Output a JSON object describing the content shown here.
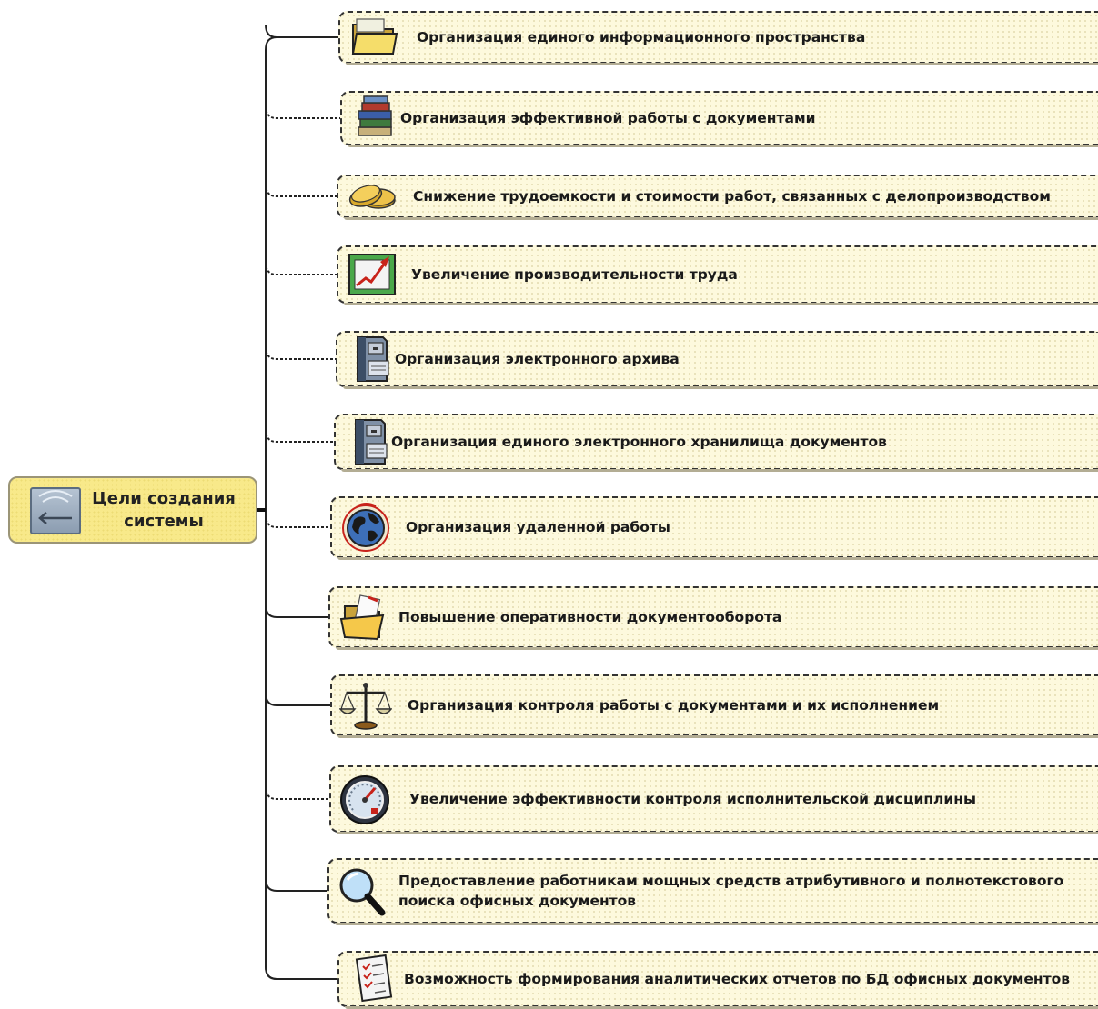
{
  "root": {
    "label": "Цели создания системы"
  },
  "goals": [
    {
      "label": "Организация единого информационного пространства",
      "icon": "folder-icon"
    },
    {
      "label": "Организация эффективной работы с документами",
      "icon": "books-icon"
    },
    {
      "label": "Снижение трудоемкости и стоимости работ, связанных с делопроизводством",
      "icon": "coins-icon"
    },
    {
      "label": "Увеличение производительности труда",
      "icon": "growth-chart-icon"
    },
    {
      "label": "Организация электронного архива",
      "icon": "file-cabinet-icon"
    },
    {
      "label": "Организация единого электронного хранилища документов",
      "icon": "file-cabinet-icon"
    },
    {
      "label": "Организация удаленной работы",
      "icon": "globe-icon"
    },
    {
      "label": "Повышение оперативности документооборота",
      "icon": "open-folder-icon"
    },
    {
      "label": "Организация контроля работы с документами и их исполнением",
      "icon": "scales-icon"
    },
    {
      "label": "Увеличение эффективности контроля исполнительской дисциплины",
      "icon": "gauge-icon"
    },
    {
      "label": "Предоставление работникам мощных средств атрибутивного и полнотекстового поиска офисных документов",
      "icon": "magnifier-icon"
    },
    {
      "label": "Возможность формирования аналитических отчетов по БД офисных документов",
      "icon": "checklist-icon"
    }
  ]
}
